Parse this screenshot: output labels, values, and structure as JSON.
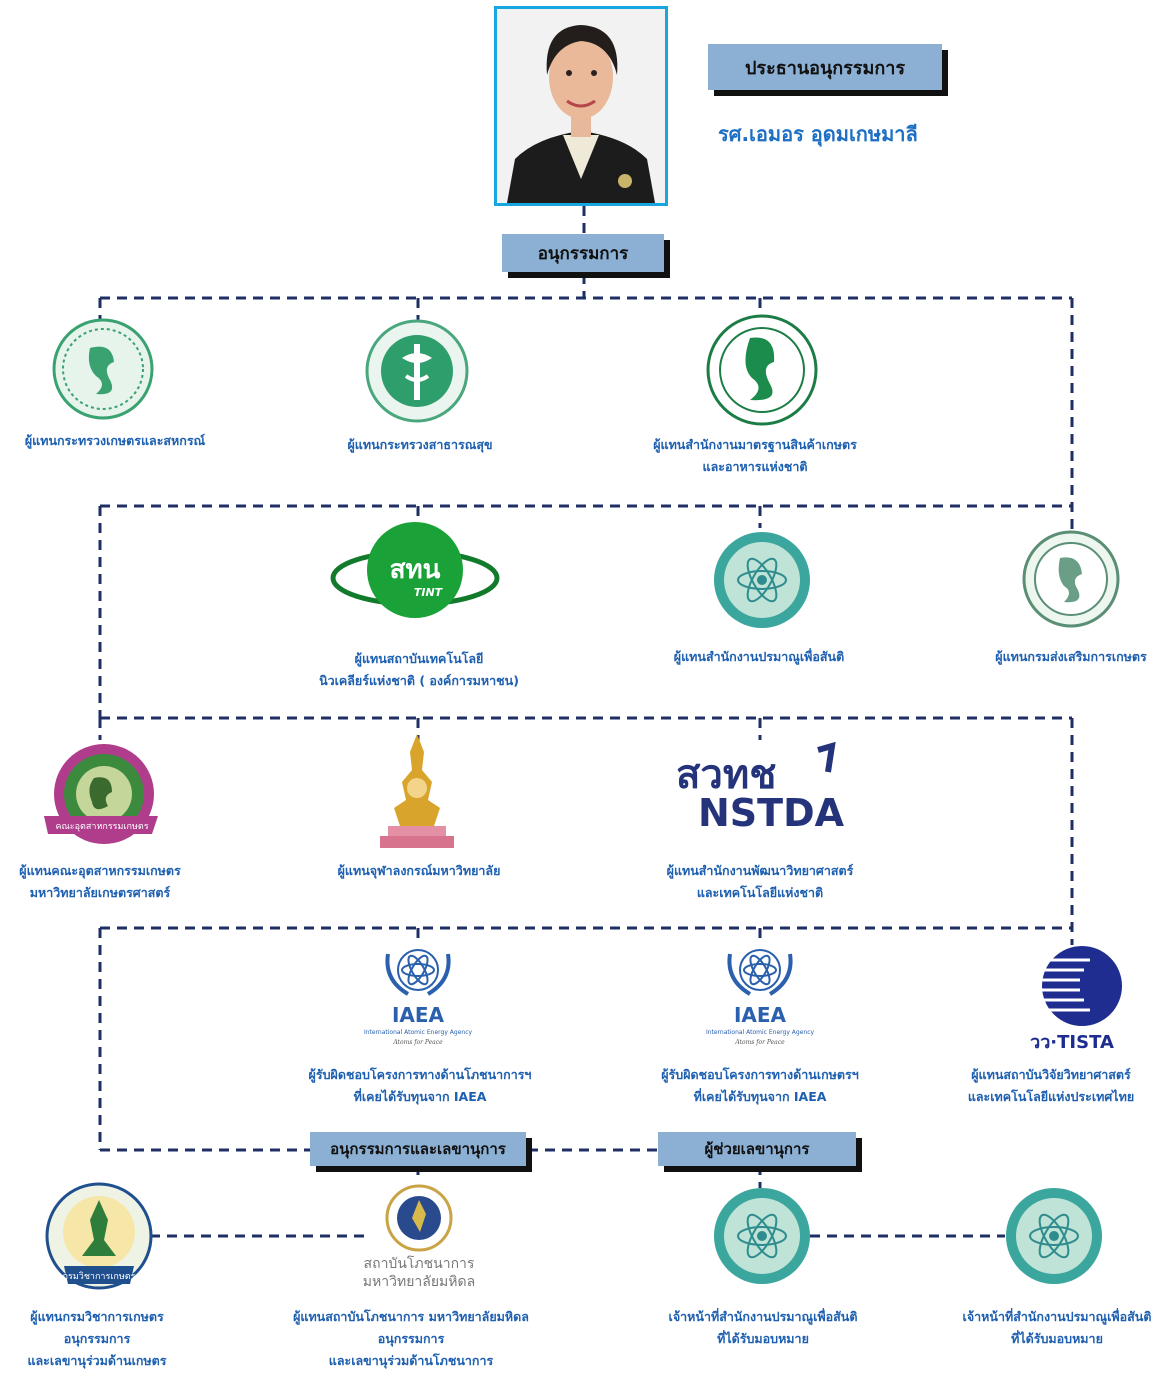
{
  "chair": {
    "title": "ประธานอนุกรรมการ",
    "name": "รศ.เอมอร อุดมเกษมาลี"
  },
  "committee_label": "อนุกรรมการ",
  "secretary_label": "อนุกรรมการและเลขานุการ",
  "assistant_label": "ผู้ช่วยเลขานุการ",
  "logo_texts": {
    "tint": "สทน",
    "tint_en": "TINT",
    "nstda_th": "สวทช",
    "nstda_en": "NSTDA",
    "iaea": "IAEA",
    "iaea_sub": "International Atomic Energy Agency",
    "iaea_motto": "Atoms for Peace",
    "tista": "วว·TISTA",
    "mahidol_1": "สถาบันโภชนาการ",
    "mahidol_2": "มหาวิทยาลัยมหิดล",
    "agro_ring": "คณะอุตสาหกรรมเกษตร",
    "agri_ring": "กรมวิชาการเกษตร"
  },
  "members": [
    {
      "lines": [
        "ผู้แทนกระทรวงเกษตรและสหกรณ์"
      ]
    },
    {
      "lines": [
        "ผู้แทนกระทรวงสาธารณสุข"
      ]
    },
    {
      "lines": [
        "ผู้แทนสำนักงานมาตรฐานสินค้าเกษตร",
        "และอาหารแห่งชาติ"
      ]
    },
    {
      "lines": [
        "ผู้แทนสถาบันเทคโนโลยี",
        "นิวเคลียร์แห่งชาติ ( องค์การมหาชน)"
      ]
    },
    {
      "lines": [
        "ผู้แทนสำนักงานปรมาณูเพื่อสันติ"
      ]
    },
    {
      "lines": [
        "ผู้แทนกรมส่งเสริมการเกษตร"
      ]
    },
    {
      "lines": [
        "ผู้แทนคณะอุตสาหกรรมเกษตร",
        "มหาวิทยาลัยเกษตรศาสตร์"
      ]
    },
    {
      "lines": [
        "ผู้แทนจุฬาลงกรณ์มหาวิทยาลัย"
      ]
    },
    {
      "lines": [
        "ผู้แทนสำนักงานพัฒนาวิทยาศาสตร์",
        "และเทคโนโลยีแห่งชาติ"
      ]
    },
    {
      "lines": [
        "ผู้รับผิดชอบโครงการทางด้านโภชนาการฯ",
        "ที่เคยได้รับทุนจาก IAEA"
      ]
    },
    {
      "lines": [
        "ผู้รับผิดชอบโครงการทางด้านเกษตรฯ",
        "ที่เคยได้รับทุนจาก IAEA"
      ]
    },
    {
      "lines": [
        "ผู้แทนสถาบันวิจัยวิทยาศาสตร์",
        "และเทคโนโลยีแห่งประเทศไทย"
      ]
    },
    {
      "lines": [
        "ผู้แทนกรมวิชาการเกษตร",
        "อนุกรรมการ",
        "และเลขานุร่วมด้านเกษตร"
      ]
    },
    {
      "lines": [
        "ผู้แทนสถาบันโภชนาการ มหาวิทยาลัยมหิดล",
        "อนุกรรมการ",
        "และเลขานุร่วมด้านโภชนาการ"
      ]
    },
    {
      "lines": [
        "เจ้าหน้าที่สำนักงานปรมาณูเพื่อสันติ",
        "ที่ได้รับมอบหมาย"
      ]
    },
    {
      "lines": [
        "เจ้าหน้าที่สำนักงานปรมาณูเพื่อสันติ",
        "ที่ได้รับมอบหมาย"
      ]
    }
  ],
  "colors": {
    "connector": "#1f2f66",
    "label_blue": "#1d5fb0",
    "tag_bg": "#8bb0d4",
    "seal_green": "#2e9e6a",
    "oap_teal": "#2f9c8e"
  }
}
